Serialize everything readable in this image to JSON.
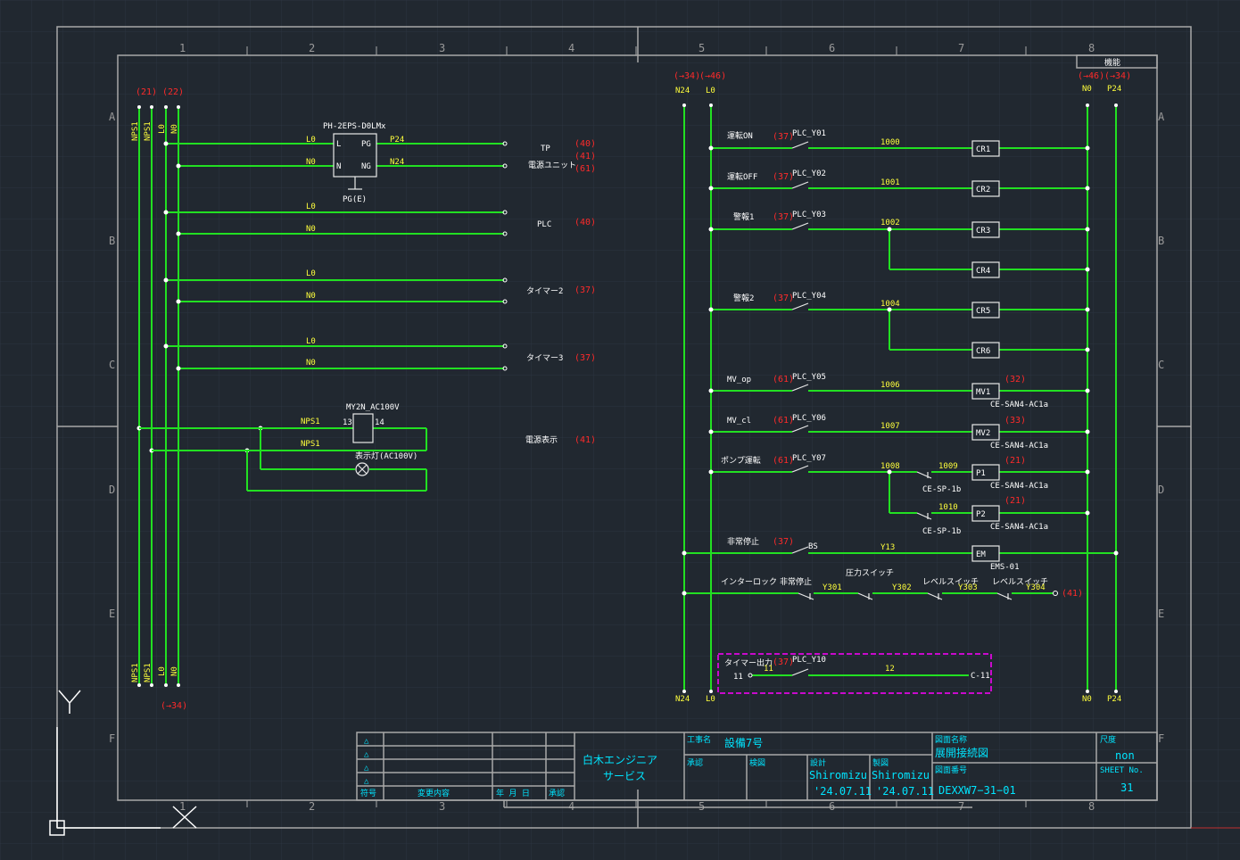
{
  "canvas": {
    "background": "#212830",
    "grid_color": "#2c3440",
    "frame_color": "#a8a8a8",
    "wire_color": "#22e022"
  },
  "colors": {
    "label": "#ffffff",
    "ref": "#ff2a2a",
    "wire_name": "#ffff3c",
    "title": "#00e5ff",
    "box": "#ff00ff"
  },
  "zones": {
    "cols": [
      "1",
      "2",
      "3",
      "4",
      "5",
      "6",
      "7",
      "8"
    ],
    "rows": [
      "A",
      "B",
      "C",
      "D",
      "E",
      "F"
    ]
  },
  "left": {
    "top_refs": [
      "(21)",
      "(22)"
    ],
    "bus_labels": [
      "NPS1",
      "NPS1",
      "L0",
      "N0"
    ],
    "bottom_ref": "(→34)",
    "device": {
      "name": "PH-2EPS-D0LMx",
      "t1": "L",
      "t2": "N",
      "t3": "PG",
      "t4": "NG",
      "gnd": "PG(E)"
    },
    "circuits": [
      {
        "l0": "L0",
        "n0": "N0",
        "out1": "P24",
        "out2": "N24",
        "name1": "TP",
        "name2": "電源ユニット",
        "refs": [
          "(40)",
          "(41)",
          "(61)"
        ]
      },
      {
        "l0": "L0",
        "n0": "N0",
        "name": "PLC",
        "ref": "(40)"
      },
      {
        "l0": "L0",
        "n0": "N0",
        "name": "タイマー2",
        "ref": "(37)"
      },
      {
        "l0": "L0",
        "n0": "N0",
        "name": "タイマー3",
        "ref": "(37)"
      }
    ],
    "lamp": {
      "relay": "MY2N_AC100V",
      "t1": "13",
      "t2": "14",
      "wire1": "NPS1",
      "wire2": "NPS1",
      "lamp_name": "表示灯(AC100V)",
      "name": "電源表示",
      "ref": "(41)"
    }
  },
  "right": {
    "top_refs": [
      "(→34)",
      "(→46)",
      "(→46)",
      "(→34)"
    ],
    "bus_top": [
      "N24",
      "L0",
      "N0",
      "P24"
    ],
    "bus_bottom": [
      "N24",
      "L0",
      "N0",
      "P24"
    ],
    "corner_note": "機能",
    "rungs": [
      {
        "name": "運転ON",
        "ref": "(37)",
        "contact": "PLC_Y01",
        "wire": "1000",
        "coil": "CR1"
      },
      {
        "name": "運転OFF",
        "ref": "(37)",
        "contact": "PLC_Y02",
        "wire": "1001",
        "coil": "CR2"
      },
      {
        "name": "警報1",
        "ref": "(37)",
        "contact": "PLC_Y03",
        "wire": "1002",
        "coil": "CR3",
        "coil2": "CR4"
      },
      {
        "name": "警報2",
        "ref": "(37)",
        "contact": "PLC_Y04",
        "wire": "1004",
        "coil": "CR5",
        "coil2": "CR6"
      },
      {
        "name": "MV_op",
        "ref": "(61)",
        "contact": "PLC_Y05",
        "wire": "1006",
        "coil": "MV1",
        "cref": "(32)",
        "cnote": "CE-SAN4-AC1a"
      },
      {
        "name": "MV_cl",
        "ref": "(61)",
        "contact": "PLC_Y06",
        "wire": "1007",
        "coil": "MV2",
        "cref": "(33)",
        "cnote": "CE-SAN4-AC1a"
      },
      {
        "name": "ポンプ運転",
        "ref": "(61)",
        "contact": "PLC_Y07",
        "wire": "1008",
        "wire2": "1009",
        "sub": "CE-SP-1b",
        "coil": "P1",
        "cref": "(21)",
        "cnote": "CE-SAN4-AC1a",
        "wire3": "1010",
        "sub2": "CE-SP-1b",
        "coil2": "P2",
        "cref2": "(21)",
        "cnote2": "CE-SAN4-AC1a"
      },
      {
        "name": "非常停止",
        "ref": "(37)",
        "contact": "BS",
        "wire": "Y13",
        "coil": "EM",
        "cnote": "EMS-01"
      },
      {
        "name": "インターロック",
        "contact": "非常停止",
        "w1": "Y301",
        "c2": "圧力スイッチ",
        "w2": "Y302",
        "c3": "レベルスイッチ",
        "w3": "Y303",
        "c4": "レベルスイッチ",
        "w4": "Y304",
        "ref": "(41)"
      }
    ],
    "boxed": {
      "name": "タイマー出力",
      "ref": "(37)",
      "contact": "PLC_Y10",
      "tag": "11",
      "wire": "11",
      "wire2": "12",
      "end": "C-11"
    }
  },
  "title_block": {
    "rev_marks": [
      "△",
      "△",
      "△",
      "△"
    ],
    "rev_headers": [
      "符号",
      "変更内容",
      "年 月 日",
      "承認"
    ],
    "company": "白木エンジニア\nサービス",
    "company1": "白木エンジニア",
    "company2": "サービス",
    "project_label": "工事名",
    "project": "設備7号",
    "approval_label": "承認",
    "check_label": "検図",
    "design_label": "設計",
    "draw_label": "製図",
    "designer": "Shiromizu",
    "drafter": "Shiromizu",
    "design_date": "'24.07.11",
    "draw_date": "'24.07.11",
    "drawing_name_label": "図面名称",
    "drawing_name": "展開接続図",
    "drawing_no_label": "図面番号",
    "drawing_no": "DEXXW7−31−01",
    "scale_label": "尺度",
    "scale": "non",
    "sheet_label": "SHEET No.",
    "sheet": "31"
  }
}
